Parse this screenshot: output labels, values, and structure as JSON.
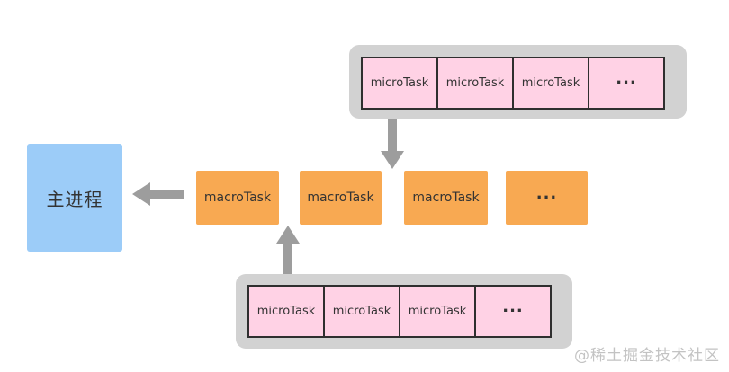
{
  "diagram": {
    "main_process": {
      "label": "主进程"
    },
    "macro_row": {
      "items": [
        "macroTask",
        "macroTask",
        "macroTask",
        "..."
      ]
    },
    "micro_queue_top": {
      "items": [
        "microTask",
        "microTask",
        "microTask",
        "..."
      ]
    },
    "micro_queue_bottom": {
      "items": [
        "microTask",
        "microTask",
        "microTask",
        "..."
      ]
    },
    "watermark": "@稀土掘金技术社区",
    "colors": {
      "main_process_fill": "#9CCCF8",
      "macro_task_fill": "#F8A952",
      "micro_task_fill": "#FFD2E5",
      "micro_task_border": "#2F2F2F",
      "queue_container_fill": "#D2D2D2",
      "arrow": "#9D9D9D",
      "text": "#333333",
      "watermark": "#C3C3C3",
      "background": "#FFFFFF"
    }
  }
}
